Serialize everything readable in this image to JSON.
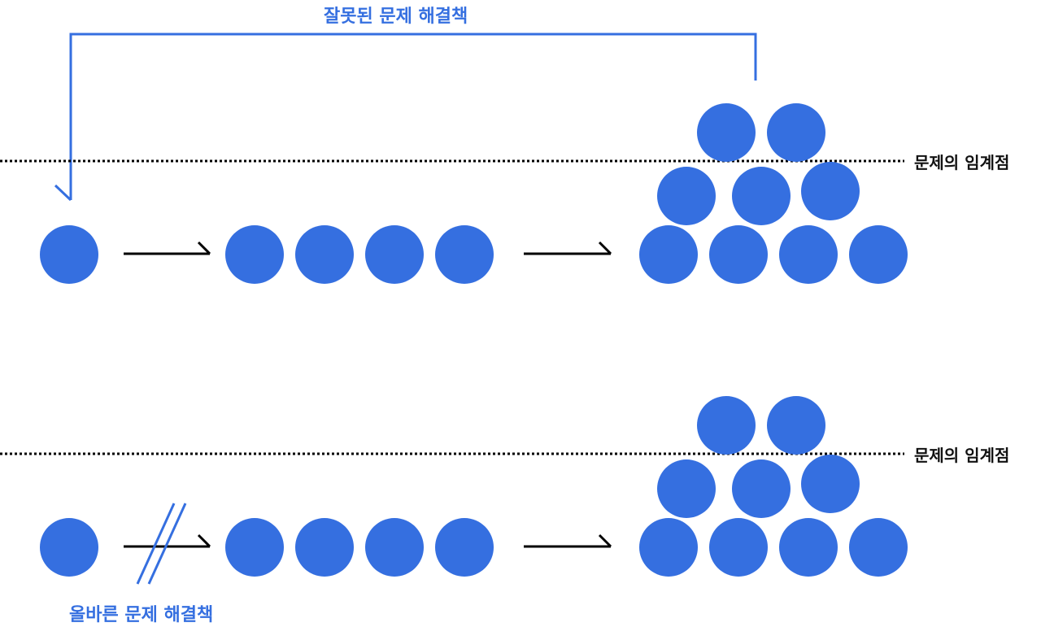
{
  "colors": {
    "accent": "#356fe0",
    "circle": "#356fe0",
    "line": "#000000",
    "text": "#111111"
  },
  "top_section": {
    "title": "잘못된 문제 해결책",
    "threshold_label": "문제의 임계점",
    "stages": [
      {
        "name": "stage-1",
        "count": 1
      },
      {
        "name": "stage-2",
        "count": 4
      },
      {
        "name": "stage-3",
        "count": 9,
        "rows": [
          2,
          3,
          4
        ]
      }
    ]
  },
  "bottom_section": {
    "title": "올바른 문제 해결책",
    "threshold_label": "문제의 임계점",
    "stages": [
      {
        "name": "stage-1",
        "count": 1
      },
      {
        "name": "stage-2",
        "count": 4
      },
      {
        "name": "stage-3",
        "count": 9,
        "rows": [
          2,
          3,
          4
        ]
      }
    ]
  }
}
